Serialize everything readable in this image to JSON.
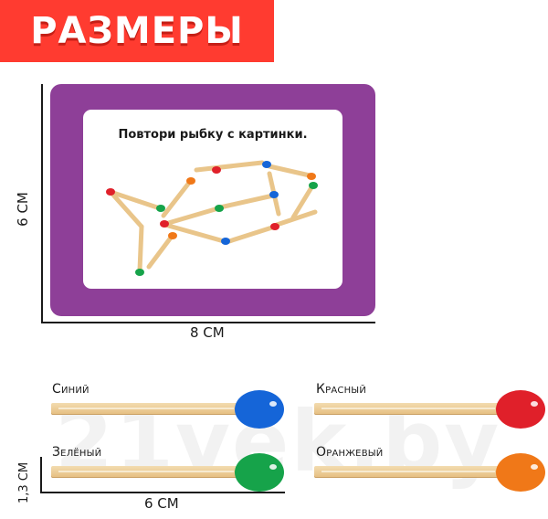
{
  "header": {
    "title": "РАЗМЕРЫ"
  },
  "card": {
    "title": "Повтори рыбку с картинки."
  },
  "dimensions": {
    "card_height": "6 СМ",
    "card_width": "8 СМ",
    "match_height": "1,3 СМ",
    "match_width": "6 СМ"
  },
  "matches": [
    {
      "label": "Синий",
      "color": "#1565d8"
    },
    {
      "label": "Красный",
      "color": "#e0202a"
    },
    {
      "label": "Зелёный",
      "color": "#16a34a"
    },
    {
      "label": "Оранжевый",
      "color": "#f07818"
    }
  ],
  "watermark": "21vek.by",
  "colors": {
    "banner": "#ff3b30",
    "card_frame": "#8e3f98",
    "stick": "#e9c58a"
  }
}
